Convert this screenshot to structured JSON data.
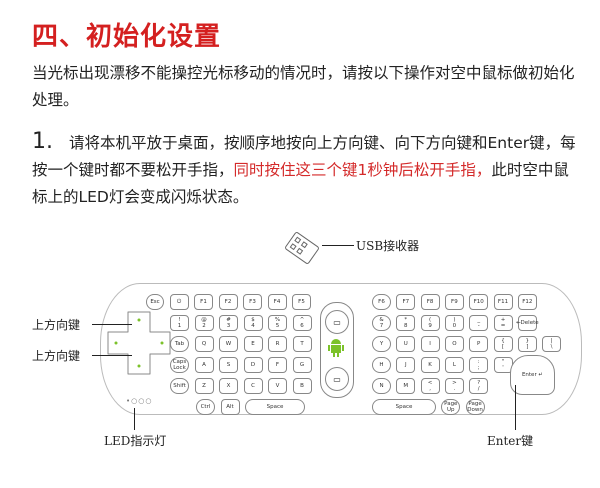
{
  "title": "四、初始化设置",
  "intro": "当光标出现漂移不能操控光标移动的情况时，请按以下操作对空中鼠标做初始化处理。",
  "step1": {
    "number": "1.",
    "text_a": "请将本机平放于桌面，按顺序地按向上方向键、向下方向键和Enter键，每按一个键时都不要松开手指，",
    "text_red": "同时按住这三个键1秒钟后松开手指，",
    "text_b": "此时空中鼠标上的LED灯会变成闪烁状态。"
  },
  "labels": {
    "usb": "USB接收器",
    "up": "上方向键",
    "down": "上方向键",
    "led": "LED指示灯",
    "enter": "Enter键"
  },
  "keyboard": {
    "left_rows": [
      [
        "Esc",
        "⏻",
        "F1",
        "F2",
        "F3",
        "F4",
        "F5"
      ],
      [
        "!\n1",
        "@\n2",
        "#\n3",
        "$\n4",
        "%\n5",
        "^\n6"
      ],
      [
        "Tab",
        "Q",
        "W",
        "E",
        "R",
        "T"
      ],
      [
        "Caps\nLock",
        "A",
        "S",
        "D",
        "F",
        "G"
      ],
      [
        "Shift",
        "Z",
        "X",
        "C",
        "V",
        "B"
      ],
      [
        "Ctrl",
        "Alt",
        "Space"
      ]
    ],
    "right_rows": [
      [
        "F6",
        "F7",
        "F8",
        "F9",
        "F10",
        "F11",
        "F12"
      ],
      [
        "&\n7",
        "*\n8",
        "(\n9",
        ")\n0",
        "_\n-",
        "+\n=",
        "←Delete"
      ],
      [
        "Y",
        "U",
        "I",
        "O",
        "P",
        "{\n[",
        "}\n]",
        "|\n\\"
      ],
      [
        "H",
        "J",
        "K",
        "L",
        ":\n;",
        "\"\n'"
      ],
      [
        "N",
        "M",
        "<\n,",
        ">\n.",
        "?\n/"
      ],
      [
        "Space",
        "Page\nUp",
        "Page\nDown"
      ]
    ],
    "enter": "Enter ↵",
    "accent": "#7cc22a"
  }
}
